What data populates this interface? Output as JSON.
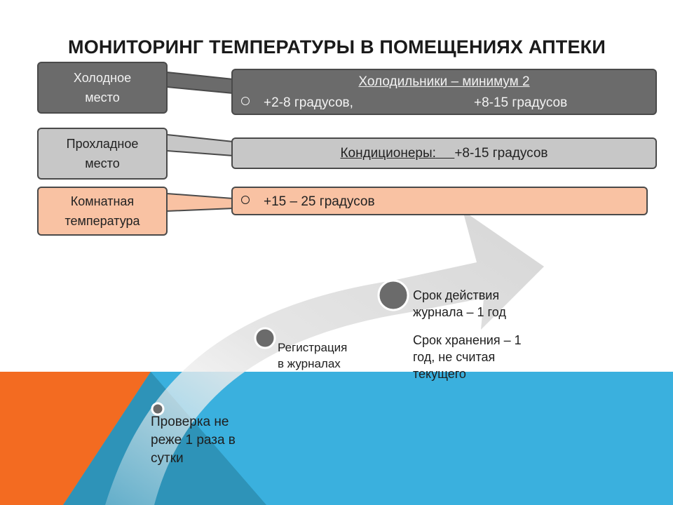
{
  "title": "МОНИТОРИНГ ТЕМПЕРАТУРЫ В ПОМЕЩЕНИЯХ АПТЕКИ",
  "zones": [
    {
      "label_line1": "Холодное",
      "label_line2": "место",
      "heading": "Холодильники – минимум 2",
      "item_a": "+2-8 градусов,",
      "item_b": "+8-15 градусов"
    },
    {
      "label_line1": "Прохладное",
      "label_line2": "место",
      "heading": "Кондиционеры:",
      "value": "+8-15 градусов"
    },
    {
      "label_line1": "Комнатная",
      "label_line2": "температура",
      "item": "+15 – 25 градусов"
    }
  ],
  "steps": [
    {
      "line1": "Проверка не",
      "line2": "реже 1 раза в",
      "line3": "сутки"
    },
    {
      "line1": "Регистрация",
      "line2": "в журналах"
    },
    {
      "line1": "Срок действия",
      "line2": "журнала – 1 год",
      "extra1": "Срок хранения – 1",
      "extra2": "год, не считая",
      "extra3": "текущего"
    }
  ],
  "colors": {
    "orange": "#f36b21",
    "blue": "#3ab0de",
    "teal": "#2e93b8",
    "dark_gray": "#6b6b6b",
    "light_gray": "#c7c7c7",
    "peach": "#f9c2a3"
  },
  "icons": {
    "bullet": "hollow-circle-bullet",
    "step_marker": "filled-circle-marker"
  }
}
